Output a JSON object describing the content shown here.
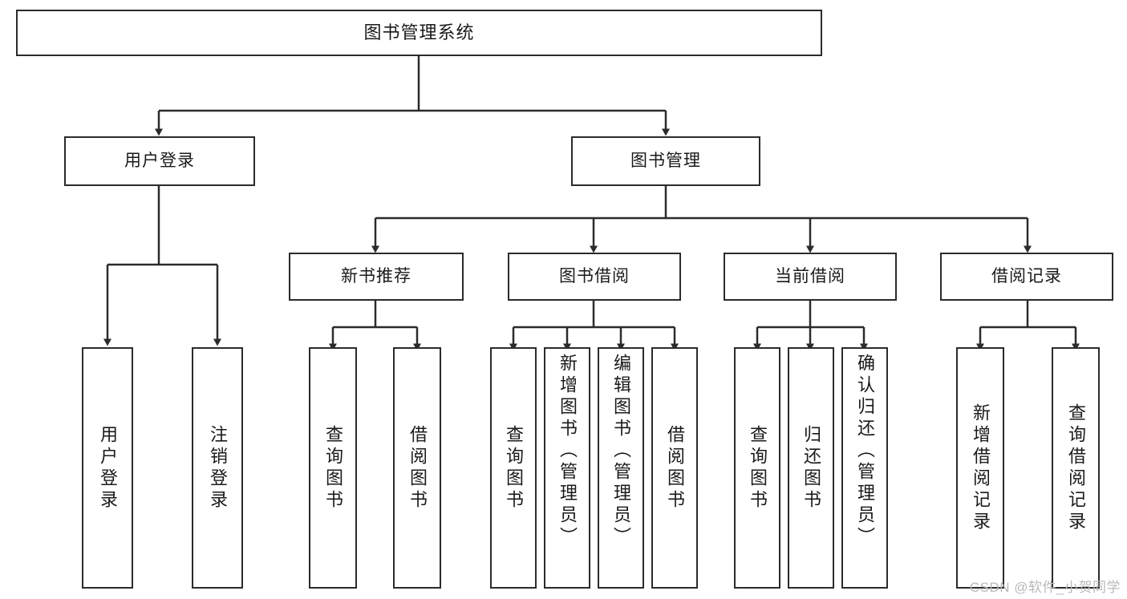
{
  "diagram": {
    "title": "图书管理系统",
    "type": "tree-hierarchy",
    "watermark": "CSDN @软件_小贺同学",
    "colors": {
      "stroke": "#2b2b2b",
      "fill": "#ffffff",
      "text": "#1a1a1a",
      "watermark": "#b9b9b9"
    },
    "root": {
      "label": "图书管理系统"
    },
    "level2": [
      {
        "id": "user-login",
        "label": "用户登录"
      },
      {
        "id": "book-manage",
        "label": "图书管理"
      }
    ],
    "level3": [
      {
        "id": "new-book-recommend",
        "label": "新书推荐"
      },
      {
        "id": "book-borrow",
        "label": "图书借阅"
      },
      {
        "id": "current-borrow",
        "label": "当前借阅"
      },
      {
        "id": "borrow-record",
        "label": "借阅记录"
      }
    ],
    "leaves": {
      "user_login": [
        {
          "id": "leaf-user-login",
          "label": "用户登录"
        },
        {
          "id": "leaf-logout",
          "label": "注销登录"
        }
      ],
      "new_book_recommend": [
        {
          "id": "leaf-query-book-1",
          "label": "查询图书"
        },
        {
          "id": "leaf-borrow-book-1",
          "label": "借阅图书"
        }
      ],
      "book_borrow": [
        {
          "id": "leaf-query-book-2",
          "label": "查询图书"
        },
        {
          "id": "leaf-add-book",
          "label": "新增图书（管理员）"
        },
        {
          "id": "leaf-edit-book",
          "label": "编辑图书（管理员）"
        },
        {
          "id": "leaf-borrow-book-2",
          "label": "借阅图书"
        }
      ],
      "current_borrow": [
        {
          "id": "leaf-query-book-3",
          "label": "查询图书"
        },
        {
          "id": "leaf-return-book",
          "label": "归还图书"
        },
        {
          "id": "leaf-confirm-return",
          "label": "确认归还（管理员）"
        }
      ],
      "borrow_record": [
        {
          "id": "leaf-add-record",
          "label": "新增借阅记录"
        },
        {
          "id": "leaf-query-record",
          "label": "查询借阅记录"
        }
      ]
    }
  }
}
